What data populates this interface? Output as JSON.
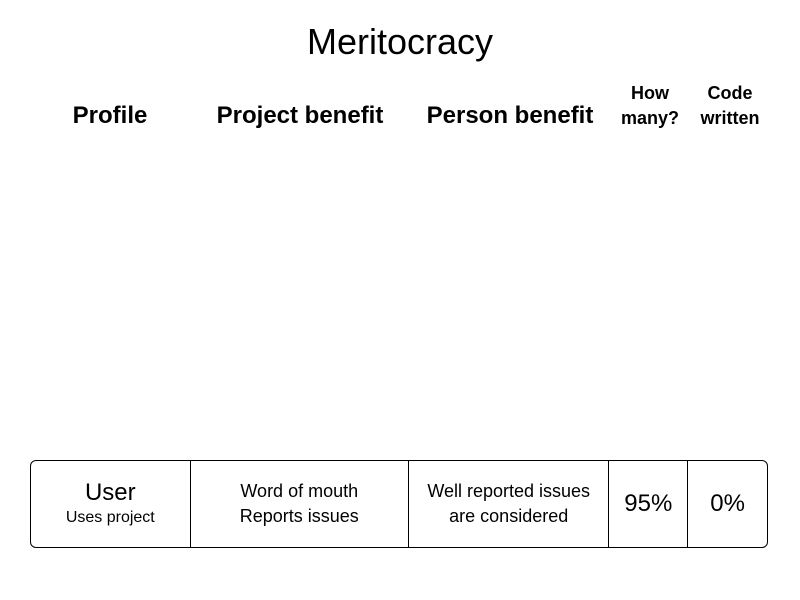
{
  "title": "Meritocracy",
  "headers": {
    "profile": "Profile",
    "project_benefit": "Project benefit",
    "person_benefit": "Person benefit",
    "how_many": [
      "How",
      "many?"
    ],
    "code_written": [
      "Code",
      "written"
    ]
  },
  "rows": [
    {
      "profile_name": "User",
      "profile_desc": "Uses project",
      "project_benefit": [
        "Word of mouth",
        "Reports issues"
      ],
      "person_benefit": [
        "Well reported issues",
        "are considered"
      ],
      "how_many": "95%",
      "code_written": "0%"
    }
  ]
}
